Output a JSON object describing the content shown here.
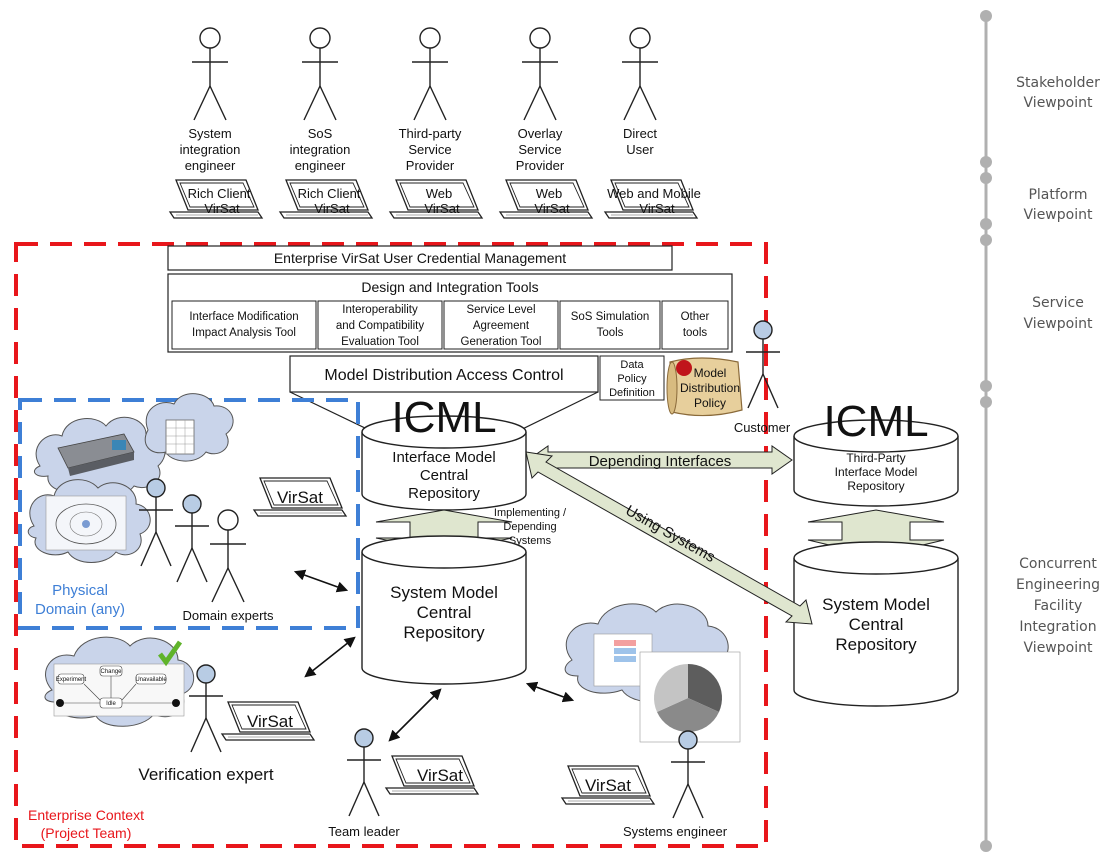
{
  "stakeholders": [
    {
      "line1": "System",
      "line2": "integration",
      "line3": "engineer"
    },
    {
      "line1": "SoS",
      "line2": "integration",
      "line3": "engineer"
    },
    {
      "line1": "Third-party",
      "line2": "Service",
      "line3": "Provider"
    },
    {
      "line1": "Overlay",
      "line2": "Service",
      "line3": "Provider"
    },
    {
      "line1": "Direct",
      "line2": "User",
      "line3": ""
    }
  ],
  "platforms": [
    {
      "line1": "Rich Client",
      "line2": "VirSat"
    },
    {
      "line1": "Rich Client",
      "line2": "VirSat"
    },
    {
      "line1": "Web",
      "line2": "VirSat"
    },
    {
      "line1": "Web",
      "line2": "VirSat"
    },
    {
      "line1": "Web and Mobile",
      "line2": "VirSat"
    }
  ],
  "credential_management": "Enterprise VirSat User Credential Management",
  "tools": {
    "title": "Design and Integration Tools",
    "items": [
      {
        "line1": "Interface Modification",
        "line2": "Impact Analysis Tool",
        "line3": ""
      },
      {
        "line1": "Interoperability",
        "line2": "and Compatibility",
        "line3": "Evaluation Tool"
      },
      {
        "line1": "Service Level",
        "line2": "Agreement",
        "line3": "Generation Tool"
      },
      {
        "line1": "SoS Simulation",
        "line2": "Tools",
        "line3": ""
      },
      {
        "line1": "Other",
        "line2": "tools",
        "line3": ""
      }
    ]
  },
  "access_control": "Model Distribution Access Control",
  "data_policy": {
    "line1": "Data",
    "line2": "Policy",
    "line3": "Definition"
  },
  "distribution_policy": {
    "line1": "Model",
    "line2": "Distribution",
    "line3": "Policy"
  },
  "customer_label": "Customer",
  "icml_label": "ICML",
  "central_repo": {
    "line1": "Interface Model",
    "line2": "Central",
    "line3": "Repository"
  },
  "third_party_repo": {
    "line1": "Third-Party",
    "line2": "Interface Model",
    "line3": "Repository"
  },
  "system_model_repo": {
    "line1": "System Model",
    "line2": "Central",
    "line3": "Repository"
  },
  "depending_interfaces": "Depending Interfaces",
  "using_systems": "Using Systems",
  "implementing": {
    "line1": "Implementing /",
    "line2": "Depending",
    "line3": "Systems"
  },
  "physical_domain": {
    "line1": "Physical",
    "line2": "Domain (any)"
  },
  "domain_experts": "Domain experts",
  "verification_expert": "Verification expert",
  "team_leader": "Team leader",
  "systems_engineer": "Systems engineer",
  "enterprise_context": {
    "line1": "Enterprise Context",
    "line2": "(Project Team)"
  },
  "virsat": "VirSat",
  "state_diagram": {
    "experiment": "Experiment",
    "change": "Change",
    "idle": "Idle",
    "unavailable": "Unavailable"
  },
  "viewpoints": [
    {
      "line1": "Stakeholder",
      "line2": "Viewpoint",
      "line3": "",
      "line4": ""
    },
    {
      "line1": "Platform",
      "line2": "Viewpoint",
      "line3": "",
      "line4": ""
    },
    {
      "line1": "Service",
      "line2": "Viewpoint",
      "line3": "",
      "line4": ""
    },
    {
      "line1": "Concurrent",
      "line2": "Engineering",
      "line3": "Facility",
      "line4": "Integration"
    }
  ],
  "viewpoint_last": "Viewpoint",
  "colors": {
    "red_dash": "#e8161b",
    "blue_dash": "#3e7fd6",
    "cloud": "#c9d4ea",
    "arrow_fill": "#dfe6cf",
    "person": "#b8cce4",
    "axis": "#b0b0b0"
  }
}
